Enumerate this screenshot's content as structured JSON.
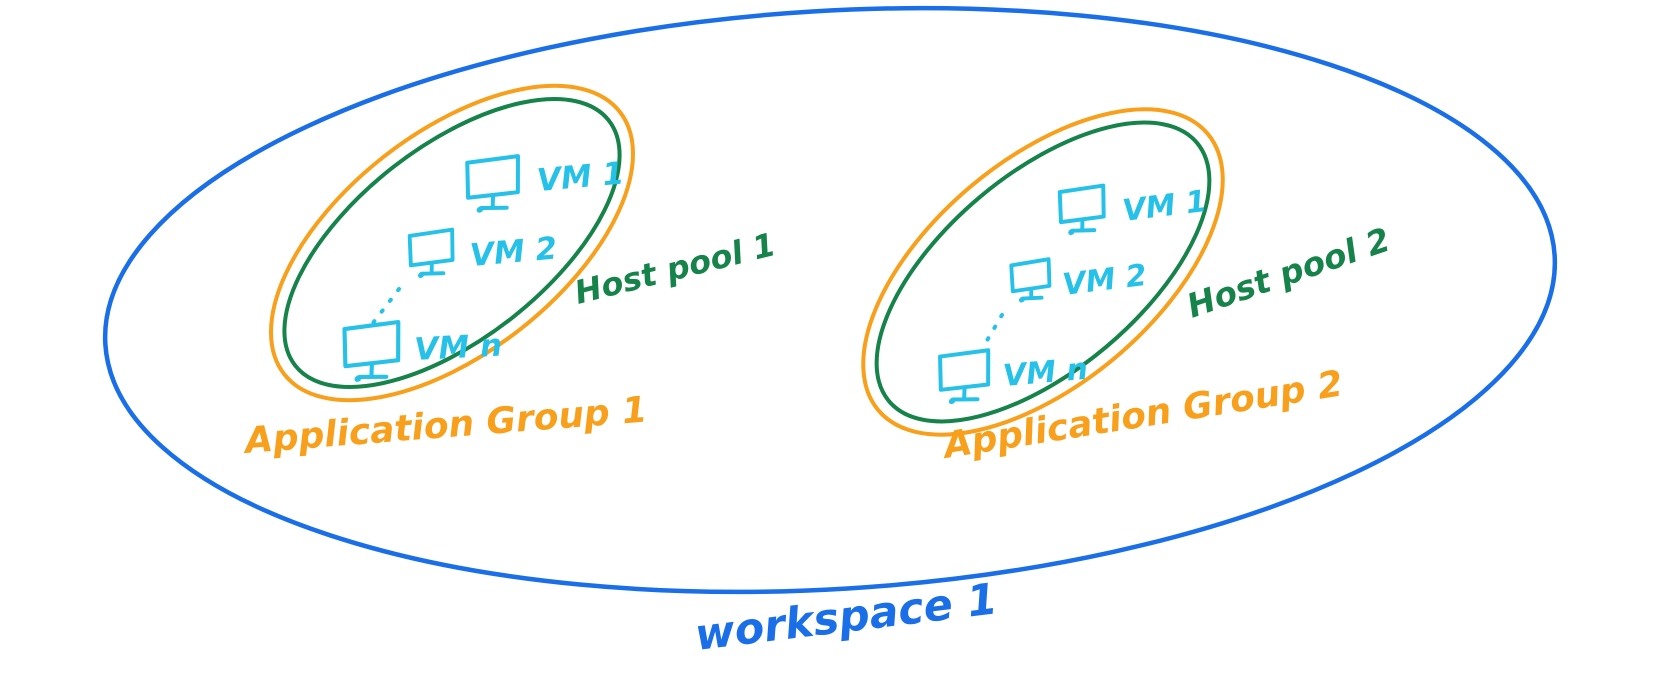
{
  "workspace": {
    "label": "workspace 1"
  },
  "groups": [
    {
      "application_group_label": "Application Group 1",
      "host_pool_label": "Host pool 1",
      "vm_labels": [
        "VM 1",
        "VM 2",
        "VM n"
      ],
      "vm_icon": "monitor-icon"
    },
    {
      "application_group_label": "Application Group 2",
      "host_pool_label": "Host pool 2",
      "vm_labels": [
        "VM 1",
        "VM 2",
        "VM n"
      ],
      "vm_icon": "monitor-icon"
    }
  ],
  "colors": {
    "workspace_outline": "#1a6fe8",
    "application_group_outline": "#f8a01c",
    "host_pool_outline": "#15834a",
    "vm": "#26c1e9"
  }
}
